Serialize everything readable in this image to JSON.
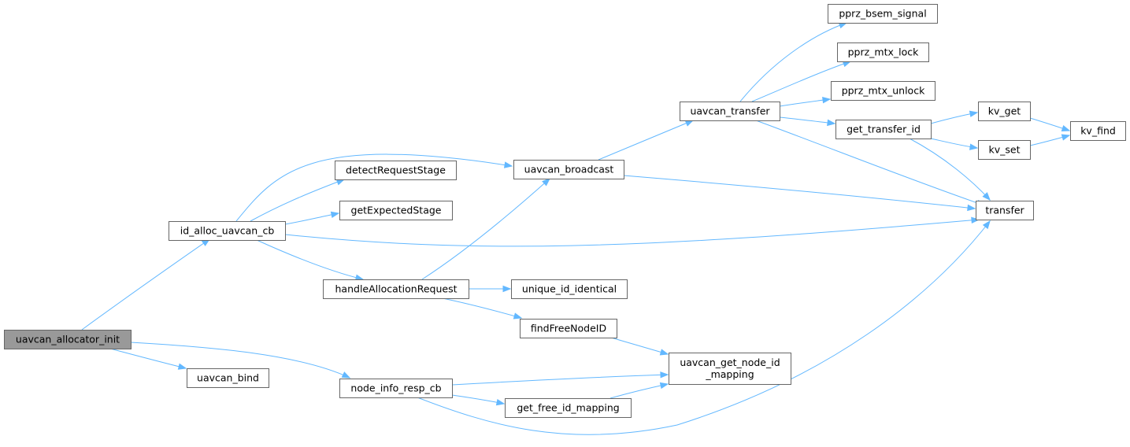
{
  "nodes": {
    "uavcan_allocator_init": {
      "label": [
        "uavcan_allocator_init"
      ],
      "root": true
    },
    "id_alloc_uavcan_cb": {
      "label": [
        "id_alloc_uavcan_cb"
      ]
    },
    "uavcan_bind": {
      "label": [
        "uavcan_bind"
      ]
    },
    "node_info_resp_cb": {
      "label": [
        "node_info_resp_cb"
      ]
    },
    "detectRequestStage": {
      "label": [
        "detectRequestStage"
      ]
    },
    "getExpectedStage": {
      "label": [
        "getExpectedStage"
      ]
    },
    "handleAllocationRequest": {
      "label": [
        "handleAllocationRequest"
      ]
    },
    "uavcan_broadcast": {
      "label": [
        "uavcan_broadcast"
      ]
    },
    "unique_id_identical": {
      "label": [
        "unique_id_identical"
      ]
    },
    "findFreeNodeID": {
      "label": [
        "findFreeNodeID"
      ]
    },
    "get_free_id_mapping": {
      "label": [
        "get_free_id_mapping"
      ]
    },
    "uavcan_transfer": {
      "label": [
        "uavcan_transfer"
      ]
    },
    "uavcan_get_node_id_mapping": {
      "label": [
        "uavcan_get_node_id",
        "_mapping"
      ]
    },
    "pprz_bsem_signal": {
      "label": [
        "pprz_bsem_signal"
      ]
    },
    "pprz_mtx_lock": {
      "label": [
        "pprz_mtx_lock"
      ]
    },
    "pprz_mtx_unlock": {
      "label": [
        "pprz_mtx_unlock"
      ]
    },
    "get_transfer_id": {
      "label": [
        "get_transfer_id"
      ]
    },
    "kv_get": {
      "label": [
        "kv_get"
      ]
    },
    "kv_set": {
      "label": [
        "kv_set"
      ]
    },
    "kv_find": {
      "label": [
        "kv_find"
      ]
    },
    "transfer": {
      "label": [
        "transfer"
      ]
    }
  },
  "edges": [
    {
      "from": "uavcan_allocator_init",
      "to": "id_alloc_uavcan_cb"
    },
    {
      "from": "uavcan_allocator_init",
      "to": "uavcan_bind"
    },
    {
      "from": "uavcan_allocator_init",
      "to": "node_info_resp_cb"
    },
    {
      "from": "id_alloc_uavcan_cb",
      "to": "uavcan_broadcast"
    },
    {
      "from": "id_alloc_uavcan_cb",
      "to": "detectRequestStage"
    },
    {
      "from": "id_alloc_uavcan_cb",
      "to": "getExpectedStage"
    },
    {
      "from": "id_alloc_uavcan_cb",
      "to": "handleAllocationRequest"
    },
    {
      "from": "id_alloc_uavcan_cb",
      "to": "transfer"
    },
    {
      "from": "handleAllocationRequest",
      "to": "uavcan_broadcast"
    },
    {
      "from": "handleAllocationRequest",
      "to": "unique_id_identical"
    },
    {
      "from": "handleAllocationRequest",
      "to": "findFreeNodeID"
    },
    {
      "from": "findFreeNodeID",
      "to": "uavcan_get_node_id_mapping"
    },
    {
      "from": "node_info_resp_cb",
      "to": "uavcan_get_node_id_mapping"
    },
    {
      "from": "node_info_resp_cb",
      "to": "get_free_id_mapping"
    },
    {
      "from": "node_info_resp_cb",
      "to": "transfer"
    },
    {
      "from": "get_free_id_mapping",
      "to": "uavcan_get_node_id_mapping"
    },
    {
      "from": "uavcan_broadcast",
      "to": "uavcan_transfer"
    },
    {
      "from": "uavcan_broadcast",
      "to": "transfer"
    },
    {
      "from": "uavcan_transfer",
      "to": "pprz_bsem_signal"
    },
    {
      "from": "uavcan_transfer",
      "to": "pprz_mtx_lock"
    },
    {
      "from": "uavcan_transfer",
      "to": "pprz_mtx_unlock"
    },
    {
      "from": "uavcan_transfer",
      "to": "get_transfer_id"
    },
    {
      "from": "uavcan_transfer",
      "to": "transfer"
    },
    {
      "from": "get_transfer_id",
      "to": "kv_get"
    },
    {
      "from": "get_transfer_id",
      "to": "kv_set"
    },
    {
      "from": "get_transfer_id",
      "to": "transfer"
    },
    {
      "from": "kv_get",
      "to": "kv_find"
    },
    {
      "from": "kv_set",
      "to": "kv_find"
    }
  ],
  "colors": {
    "edge": "#63b8ff",
    "node_border": "#666666",
    "root_fill": "#999999",
    "node_fill": "#ffffff"
  }
}
